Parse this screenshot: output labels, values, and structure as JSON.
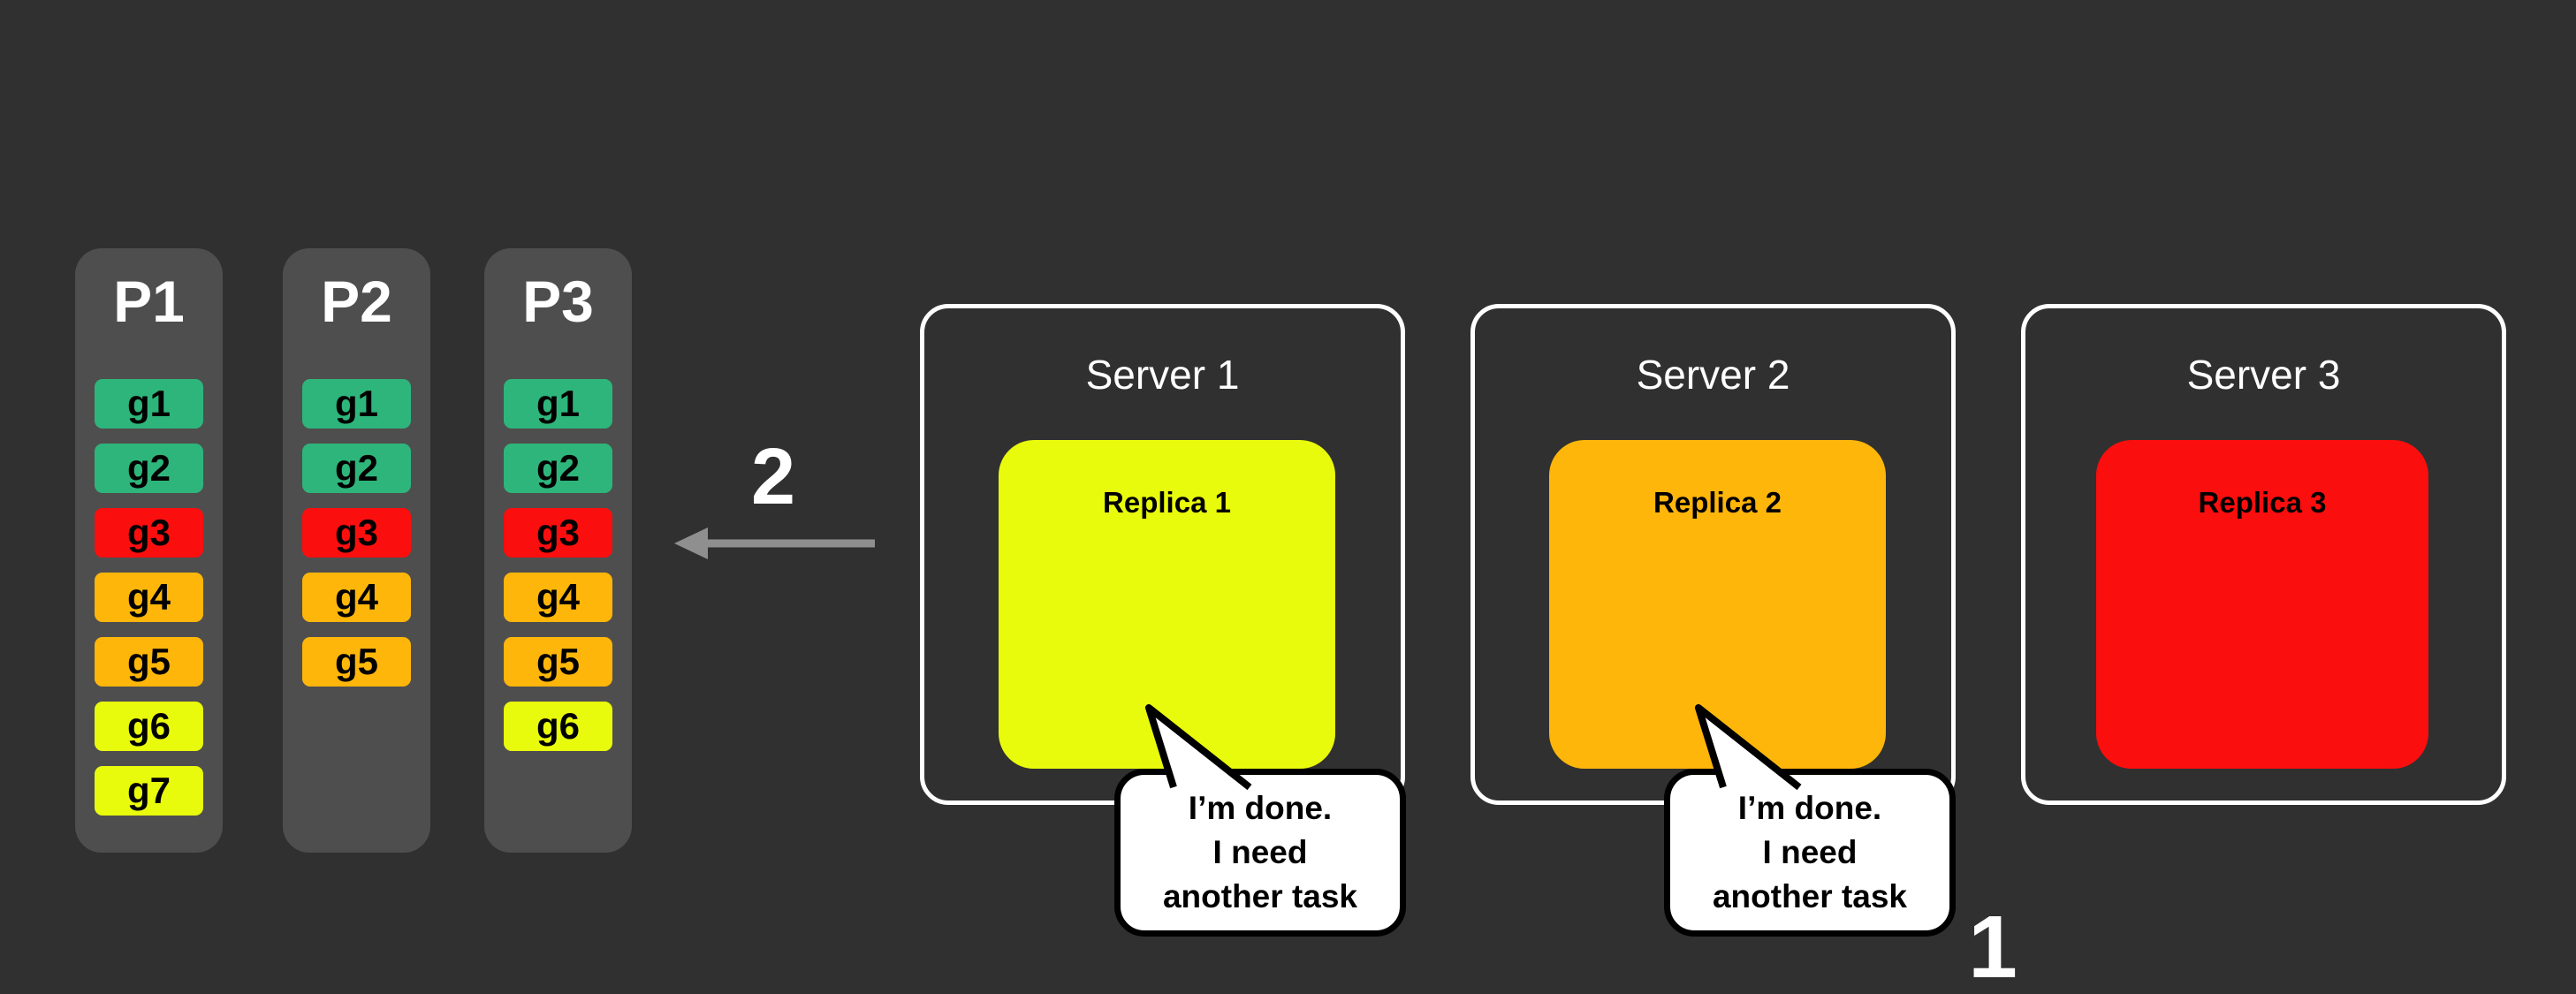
{
  "canvas": {
    "bg": "#303030"
  },
  "partitions": [
    {
      "label": "P1",
      "cells": [
        {
          "label": "g1",
          "color": "#2eb57b"
        },
        {
          "label": "g2",
          "color": "#2eb57b"
        },
        {
          "label": "g3",
          "color": "#fb0e0e"
        },
        {
          "label": "g4",
          "color": "#ffb60a"
        },
        {
          "label": "g5",
          "color": "#ffb60a"
        },
        {
          "label": "g6",
          "color": "#e9fb0c"
        },
        {
          "label": "g7",
          "color": "#e9fb0c"
        }
      ]
    },
    {
      "label": "P2",
      "cells": [
        {
          "label": "g1",
          "color": "#2eb57b"
        },
        {
          "label": "g2",
          "color": "#2eb57b"
        },
        {
          "label": "g3",
          "color": "#fb0e0e"
        },
        {
          "label": "g4",
          "color": "#ffb60a"
        },
        {
          "label": "g5",
          "color": "#ffb60a"
        }
      ]
    },
    {
      "label": "P3",
      "cells": [
        {
          "label": "g1",
          "color": "#2eb57b"
        },
        {
          "label": "g2",
          "color": "#2eb57b"
        },
        {
          "label": "g3",
          "color": "#fb0e0e"
        },
        {
          "label": "g4",
          "color": "#ffb60a"
        },
        {
          "label": "g5",
          "color": "#ffb60a"
        },
        {
          "label": "g6",
          "color": "#e9fb0c"
        }
      ]
    }
  ],
  "arrow": {
    "label": "2",
    "color": "#8f8f8f"
  },
  "servers": [
    {
      "title": "Server 1",
      "replica": {
        "label": "Replica 1",
        "color": "#e9fb0c"
      },
      "bubble": {
        "line1": "I’m done.",
        "line2": "I need",
        "line3": "another task"
      }
    },
    {
      "title": "Server 2",
      "replica": {
        "label": "Replica 2",
        "color": "#ffb60a"
      },
      "bubble": {
        "line1": "I’m done.",
        "line2": "I need",
        "line3": "another task"
      }
    },
    {
      "title": "Server 3",
      "replica": {
        "label": "Replica 3",
        "color": "#fb0e0e"
      }
    }
  ],
  "step_label": "1"
}
